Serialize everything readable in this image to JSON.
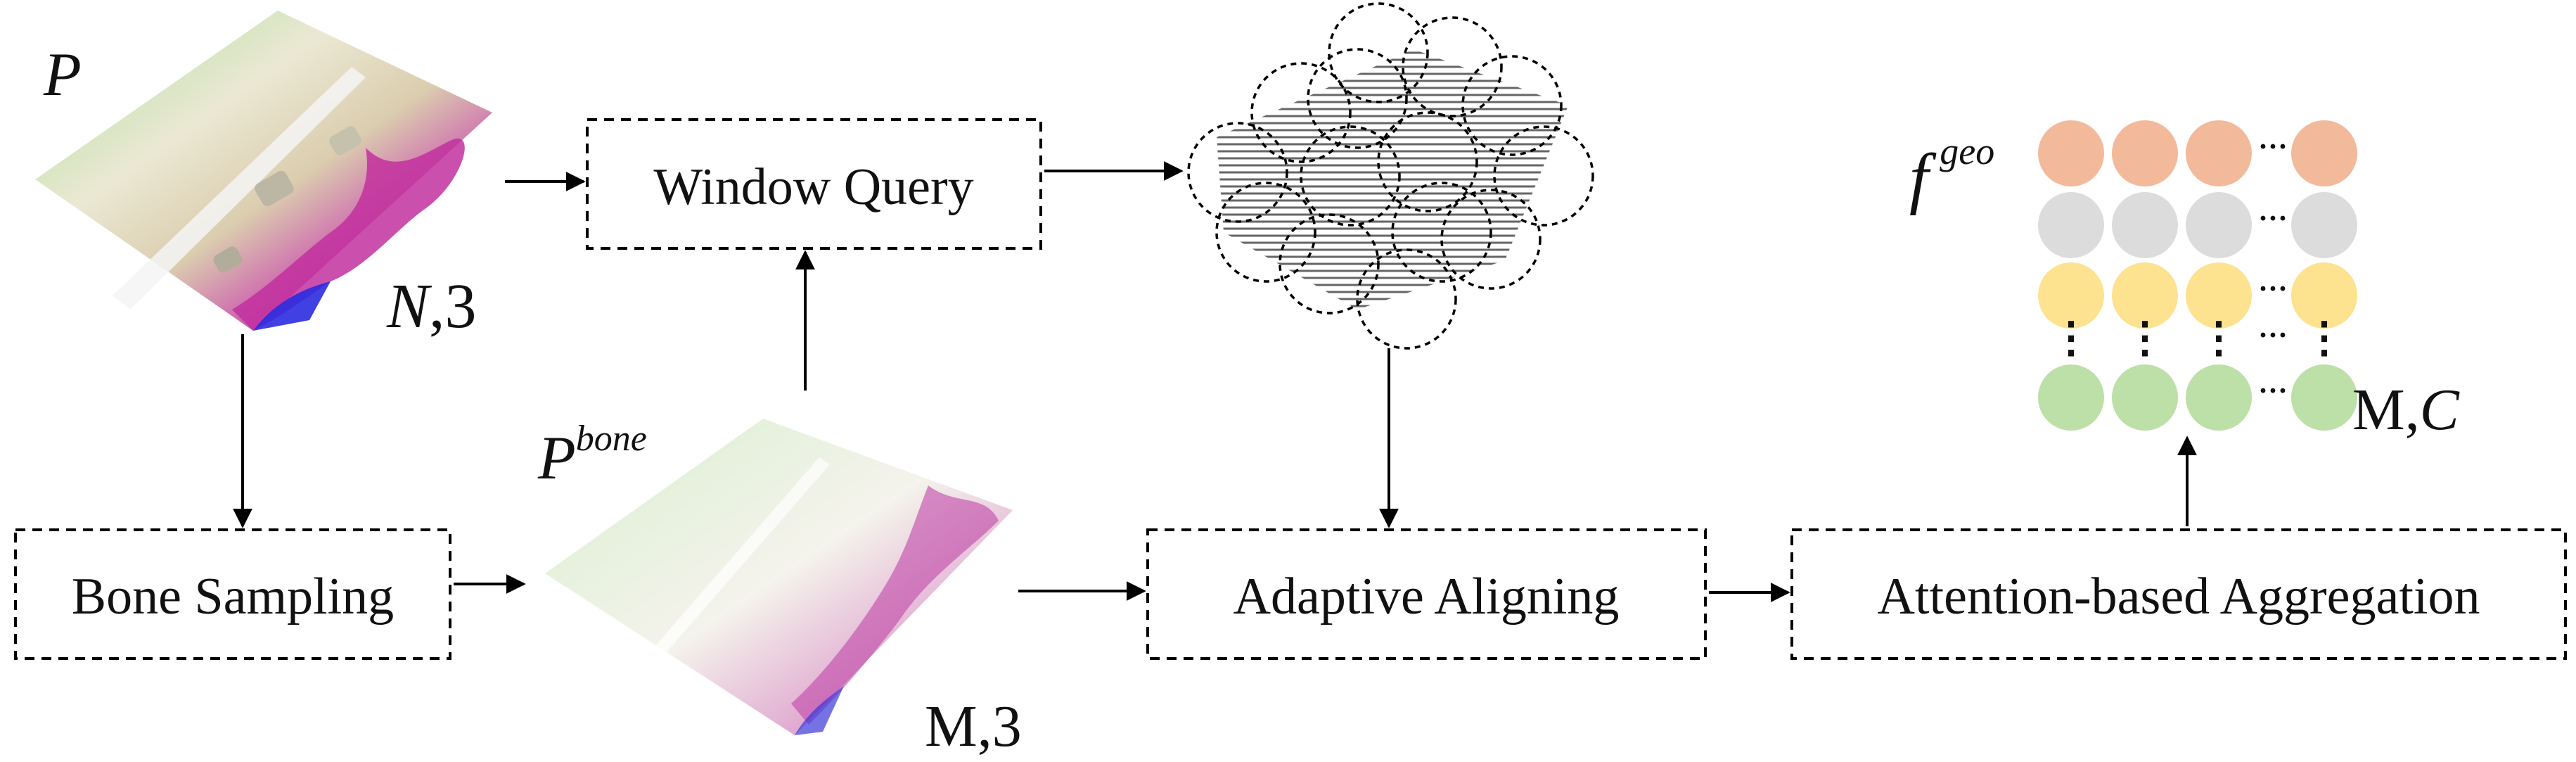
{
  "boxes": {
    "window_query": "Window Query",
    "bone_sampling": "Bone Sampling",
    "adaptive_aligning": "Adaptive Aligning",
    "attention_aggregation": "Attention-based Aggregation"
  },
  "symbols": {
    "input_cloud": {
      "symbol": "P"
    },
    "input_dims": {
      "var": "N",
      "rest": ",3"
    },
    "bone_cloud": {
      "symbol": "P",
      "superscript": "bone"
    },
    "bone_dims": {
      "text": "M,3"
    },
    "feature": {
      "symbol": "f",
      "superscript": "geo"
    },
    "feature_dims": {
      "var_prefix": "M,",
      "var": "C"
    }
  },
  "feature_matrix": {
    "row_colors": [
      "#f3b99b",
      "#dcdcdc",
      "#fde28f",
      "#bddfa8"
    ],
    "ellipsis_glyph": "···",
    "vertical_ellipsis_glyph": "⋮"
  },
  "colors": {
    "line": "#000000",
    "text": "#111111"
  }
}
